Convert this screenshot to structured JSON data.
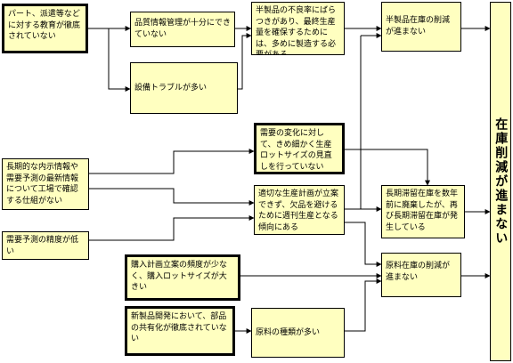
{
  "nodes": {
    "n1": "パート、派遣等などに対する教育が徹底されていない",
    "n2": "品質情報管理が十分にできていない",
    "n3": "設備トラブルが多い",
    "n4": "半製品の不良率にばらつきがあり、最終生産量を確保するためには、多めに製造する必要がある",
    "n5": "半製品在庫の削減が進まない",
    "n6": "在庫削減が進まない",
    "n7": "需要の変化に対して、きめ細かく生産ロットサイズの見直しを行っていない",
    "n8": "長期的な内示情報や需要予測の最新情報について工場で確認する仕組がない",
    "n9": "適切な生産計画が立案できず、欠品を避けるために週刊生産となる傾向にある",
    "n10": "長期滞留在庫を数年前に廃棄したが、再び長期滞留在庫が発生している",
    "n11": "需要予測の精度が低い",
    "n12": "購入計画立案の頻度が少なく、購入ロットサイズが大きい",
    "n13": "原料在庫の削減が進まない",
    "n14": "新製品開発において、部品の共有化が徹底されていない",
    "n15": "原料の種類が多い"
  }
}
